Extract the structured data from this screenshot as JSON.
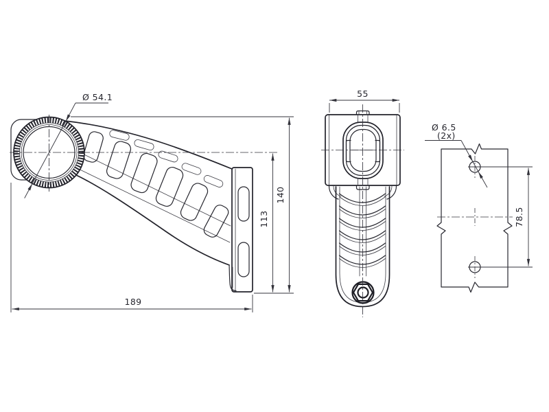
{
  "colors": {
    "ink": "#22222a",
    "background": "#ffffff"
  },
  "views": {
    "side": {
      "dimensions": {
        "lens_diameter": "Ø 54.1",
        "axis_to_base": "113",
        "overall_height": "140",
        "overall_length": "189"
      }
    },
    "front": {
      "dimensions": {
        "head_width": "55"
      }
    },
    "mounting": {
      "dimensions": {
        "hole_diameter": "Ø 6.5",
        "hole_count": "(2x)",
        "hole_pitch": "78.5"
      }
    }
  }
}
